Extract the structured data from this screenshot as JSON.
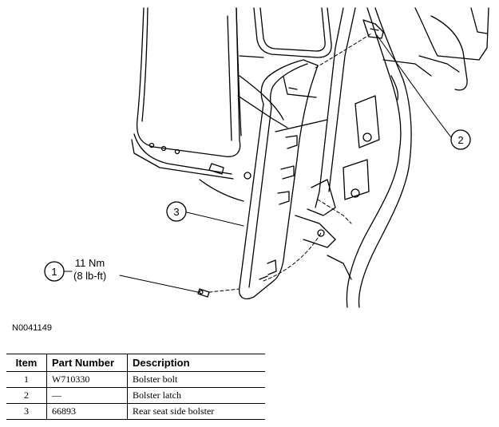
{
  "callouts": [
    "1",
    "2",
    "3"
  ],
  "torque": {
    "nm": "11 Nm",
    "lbft": "(8 lb-ft)"
  },
  "figure_id": "N0041149",
  "table": {
    "headers": [
      "Item",
      "Part Number",
      "Description"
    ],
    "rows": [
      {
        "item": "1",
        "part": "W710330",
        "desc": "Bolster bolt"
      },
      {
        "item": "2",
        "part": "—",
        "desc": "Bolster latch"
      },
      {
        "item": "3",
        "part": "66893",
        "desc": "Rear seat side bolster"
      }
    ]
  }
}
